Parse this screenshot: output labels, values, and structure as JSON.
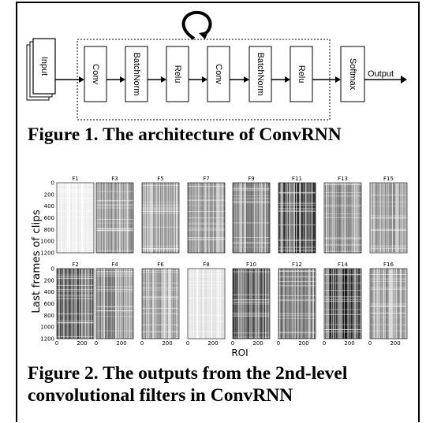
{
  "figure1": {
    "caption": "Figure 1. The architecture of ConvRNN",
    "input_label": "Input",
    "layers": [
      "Conv",
      "BatchNorm",
      "Relu",
      "Conv",
      "BatchNorm",
      "Relu"
    ],
    "softmax_label": "Softmax",
    "output_label": "Output"
  },
  "figure2": {
    "caption": "Figure 2. The outputs from the 2nd-level convolutional filters in ConvRNN",
    "ylabel": "Last frames of clips",
    "xlabel": "ROI",
    "panels_row1": [
      "F1",
      "F3",
      "F5",
      "F7",
      "F9",
      "F11",
      "F13",
      "F15"
    ],
    "panels_row2": [
      "F2",
      "F4",
      "F6",
      "F8",
      "F10",
      "F12",
      "F14",
      "F16"
    ],
    "panel_darkness_row1": [
      0.05,
      0.3,
      0.3,
      0.3,
      0.35,
      0.55,
      0.35,
      0.3
    ],
    "panel_darkness_row2": [
      0.45,
      0.35,
      0.3,
      0.08,
      0.45,
      0.4,
      0.55,
      0.3
    ],
    "yticks": [
      "0",
      "200",
      "400",
      "600",
      "800",
      "1000",
      "1200"
    ],
    "xticks": [
      "0",
      "200"
    ]
  }
}
